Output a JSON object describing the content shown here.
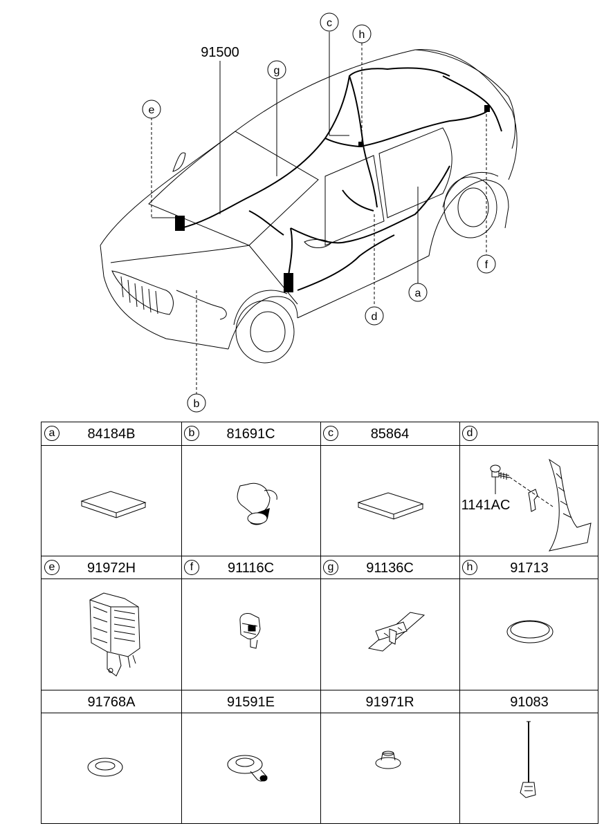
{
  "diagram": {
    "main_part_number": "91500",
    "callouts": [
      "a",
      "b",
      "c",
      "d",
      "e",
      "f",
      "g",
      "h"
    ]
  },
  "table": {
    "row1": [
      {
        "letter": "a",
        "part": "84184B"
      },
      {
        "letter": "b",
        "part": "81691C"
      },
      {
        "letter": "c",
        "part": "85864"
      },
      {
        "letter": "d",
        "part": ""
      }
    ],
    "row1_extra": {
      "d_part": "1141AC"
    },
    "row2": [
      {
        "letter": "e",
        "part": "91972H"
      },
      {
        "letter": "f",
        "part": "91116C"
      },
      {
        "letter": "g",
        "part": "91136C"
      },
      {
        "letter": "h",
        "part": "91713"
      }
    ],
    "row3": [
      {
        "part": "91768A"
      },
      {
        "part": "91591E"
      },
      {
        "part": "91971R"
      },
      {
        "part": "91083"
      }
    ]
  }
}
